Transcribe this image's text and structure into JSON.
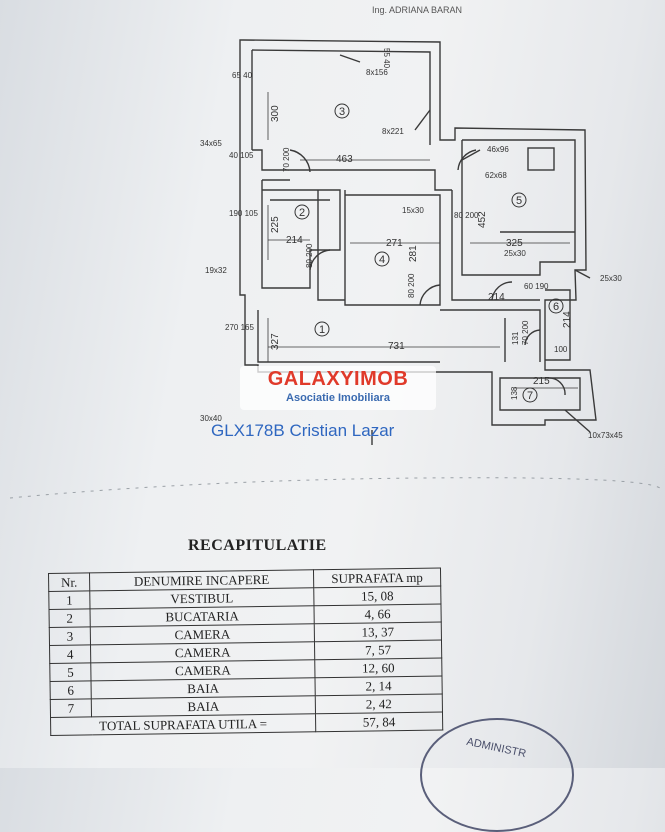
{
  "engineer": "Ing. ADRIANA BARAN",
  "plan": {
    "room_numbers": [
      "1",
      "2",
      "3",
      "4",
      "5",
      "6",
      "7"
    ],
    "dimensions": {
      "d_55_40": "55 40",
      "d_8x156": "8x156",
      "d_65_40": "65 40",
      "d_300": "300",
      "d_8x221": "8x221",
      "d_34x65": "34x65",
      "d_40_105": "40 105",
      "d_463": "463",
      "d_70_200": "70 200",
      "d_46x96": "46x96",
      "d_62x68": "62x68",
      "d_190_105": "190 105",
      "d_225": "225",
      "d_15x30": "15x30",
      "d_80_200_a": "80 200",
      "d_452": "452",
      "d_214_a": "214",
      "d_271": "271",
      "d_281": "281",
      "d_325": "325",
      "d_25x30_a": "25x30",
      "d_19x32": "19x32",
      "d_80_200_b": "80 200",
      "d_25x30_b": "25x30",
      "d_80_200_c": "80 200",
      "d_60_190": "60 190",
      "d_214_b": "214",
      "d_270_165": "270 165",
      "d_327": "327",
      "d_214_c": "214",
      "d_731": "731",
      "d_131": "131",
      "d_100": "100",
      "d_215": "215",
      "d_138": "138",
      "d_30x40": "30x40",
      "d_10x73x45": "10x73x45"
    }
  },
  "watermark": {
    "logo": "GALAXYIMOB",
    "subtitle": "Asociatie Imobiliara",
    "agent": "GLX178B Cristian Lazar"
  },
  "recap": {
    "title": "RECAPITULATIE",
    "headers": [
      "Nr.",
      "DENUMIRE INCAPERE",
      "SUPRAFATA mp"
    ],
    "rows": [
      {
        "nr": "1",
        "name": "VESTIBUL",
        "area": "15, 08"
      },
      {
        "nr": "2",
        "name": "BUCATARIA",
        "area": "4, 66"
      },
      {
        "nr": "3",
        "name": "CAMERA",
        "area": "13, 37"
      },
      {
        "nr": "4",
        "name": "CAMERA",
        "area": "7, 57"
      },
      {
        "nr": "5",
        "name": "CAMERA",
        "area": "12, 60"
      },
      {
        "nr": "6",
        "name": "BAIA",
        "area": "2, 14"
      },
      {
        "nr": "7",
        "name": "BAIA",
        "area": "2, 42"
      }
    ],
    "total_label": "TOTAL SUPRAFATA UTILA",
    "total_eq": "=",
    "total_value": "57, 84"
  },
  "stamp": "ADMINISTR"
}
